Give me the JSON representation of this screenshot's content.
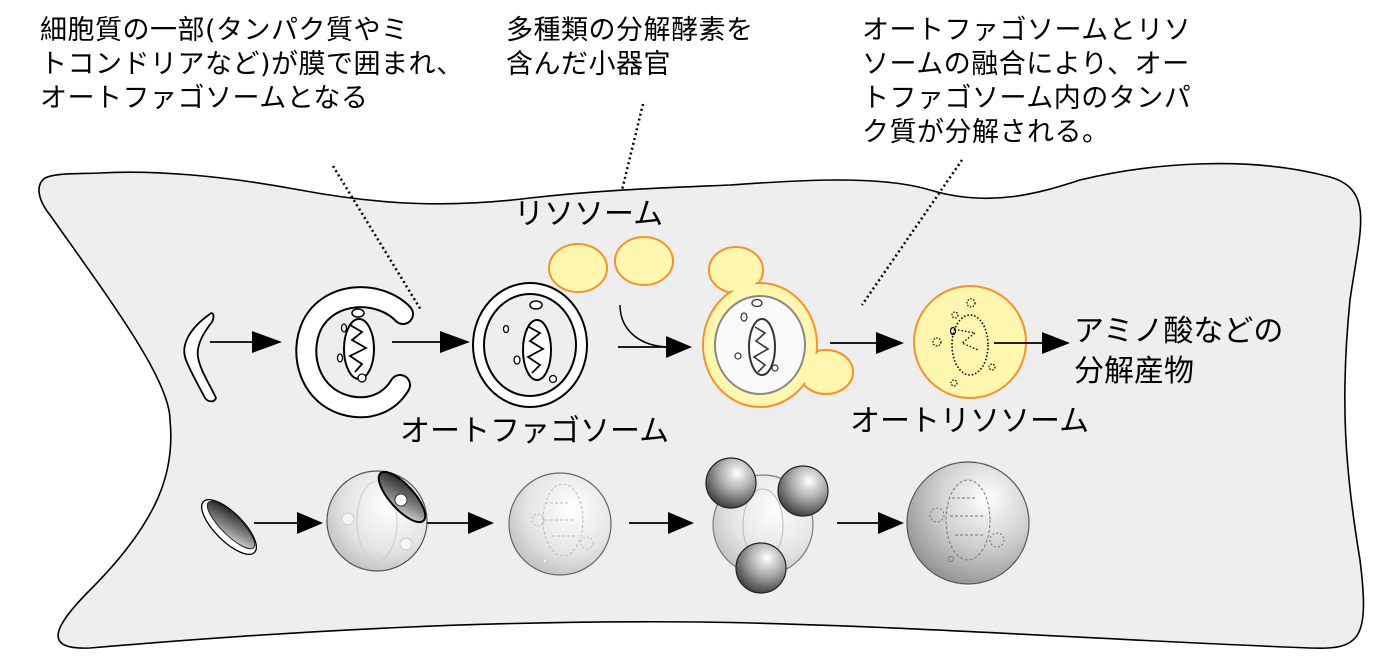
{
  "captions": {
    "phagophore": {
      "lines": [
        "細胞質の一部(タンパク質やミ",
        "トコンドリアなど)が膜で囲まれ、",
        "オートファゴソームとなる"
      ]
    },
    "lysosome_desc": {
      "lines": [
        "多種類の分解酵素を",
        "含んだ小器官"
      ]
    },
    "fusion_desc": {
      "lines": [
        "オートファゴソームとリソ",
        "ソームの融合により、オー",
        "トファゴソーム内のタンパ",
        "ク質が分解される。"
      ]
    }
  },
  "labels": {
    "lysosome": "リソソーム",
    "autophagosome": "オートファゴソーム",
    "autolysosome": "オートリソソーム",
    "products": [
      "アミノ酸などの",
      "分解産物"
    ]
  },
  "colors": {
    "cell_fill": "#eeeeee",
    "lysosome_fill": "#fff7b0",
    "lysosome_stroke": "#f5922a",
    "membrane_fill": "#ffffff",
    "ink": "#000000"
  }
}
